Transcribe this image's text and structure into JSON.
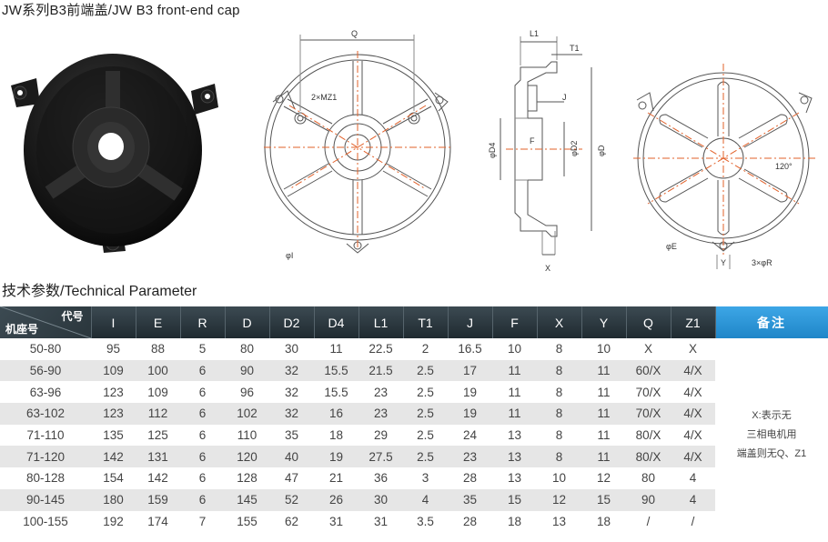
{
  "title": "JW系列B3前端盖/JW B3 front-end cap",
  "drawing": {
    "labels": {
      "Q": "Q",
      "mz1": "2×MZ1",
      "l1": "L1",
      "t1": "T1",
      "j": "J",
      "f": "F",
      "d4": "φD4",
      "d2": "φD2",
      "d": "φD",
      "phi_i": "φI",
      "x": "X",
      "y": "Y",
      "r": "3×φR",
      "e": "φE",
      "angle": "120°"
    }
  },
  "section_title": "技术参数/Technical Parameter",
  "table": {
    "corner_top": "代号",
    "corner_bottom": "机座号",
    "columns": [
      "I",
      "E",
      "R",
      "D",
      "D2",
      "D4",
      "L1",
      "T1",
      "J",
      "F",
      "X",
      "Y",
      "Q",
      "Z1"
    ],
    "note_header": "备注",
    "rows": [
      [
        "50-80",
        "95",
        "88",
        "5",
        "80",
        "30",
        "11",
        "22.5",
        "2",
        "16.5",
        "10",
        "8",
        "10",
        "X",
        "X"
      ],
      [
        "56-90",
        "109",
        "100",
        "6",
        "90",
        "32",
        "15.5",
        "21.5",
        "2.5",
        "17",
        "11",
        "8",
        "11",
        "60/X",
        "4/X"
      ],
      [
        "63-96",
        "123",
        "109",
        "6",
        "96",
        "32",
        "15.5",
        "23",
        "2.5",
        "19",
        "11",
        "8",
        "11",
        "70/X",
        "4/X"
      ],
      [
        "63-102",
        "123",
        "112",
        "6",
        "102",
        "32",
        "16",
        "23",
        "2.5",
        "19",
        "11",
        "8",
        "11",
        "70/X",
        "4/X"
      ],
      [
        "71-110",
        "135",
        "125",
        "6",
        "110",
        "35",
        "18",
        "29",
        "2.5",
        "24",
        "13",
        "8",
        "11",
        "80/X",
        "4/X"
      ],
      [
        "71-120",
        "142",
        "131",
        "6",
        "120",
        "40",
        "19",
        "27.5",
        "2.5",
        "23",
        "13",
        "8",
        "11",
        "80/X",
        "4/X"
      ],
      [
        "80-128",
        "154",
        "142",
        "6",
        "128",
        "47",
        "21",
        "36",
        "3",
        "28",
        "13",
        "10",
        "12",
        "80",
        "4"
      ],
      [
        "90-145",
        "180",
        "159",
        "6",
        "145",
        "52",
        "26",
        "30",
        "4",
        "35",
        "15",
        "12",
        "15",
        "90",
        "4"
      ],
      [
        "100-155",
        "192",
        "174",
        "7",
        "155",
        "62",
        "31",
        "31",
        "3.5",
        "28",
        "18",
        "13",
        "18",
        "/",
        "/"
      ]
    ],
    "note_lines": [
      "X:表示无",
      "三相电机用",
      "端盖则无Q、Z1"
    ]
  }
}
